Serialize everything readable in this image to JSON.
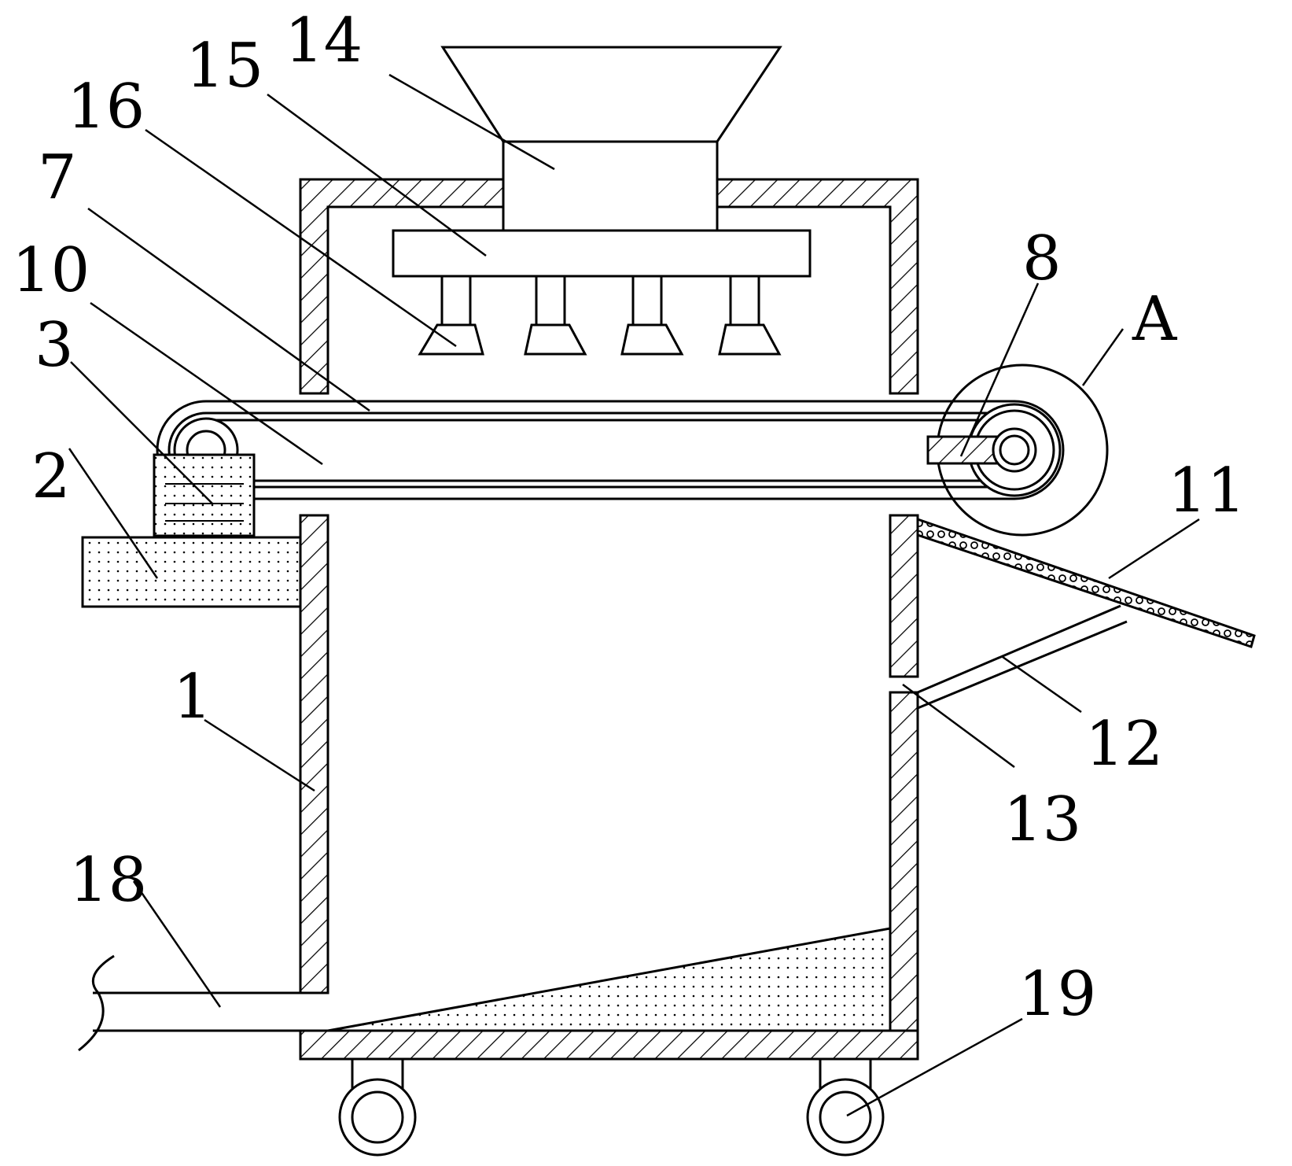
{
  "colors": {
    "stroke": "#000000",
    "background": "#ffffff",
    "dots": "#000000"
  },
  "labels": {
    "l14": "14",
    "l15": "15",
    "l16": "16",
    "l7": "7",
    "l10": "10",
    "l3": "3",
    "l2": "2",
    "l1": "1",
    "l18": "18",
    "l8": "8",
    "lA": "A",
    "l11": "11",
    "l12": "12",
    "l13": "13",
    "l19": "19"
  }
}
